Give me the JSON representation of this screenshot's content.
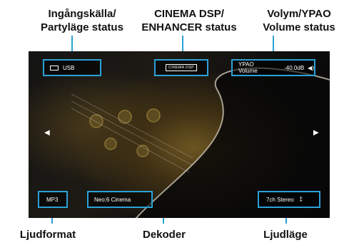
{
  "callouts": {
    "input_source": "Ingångskälla/\nPartyläge status",
    "dsp": "CINEMA DSP/\nENHANCER status",
    "volume": "Volym/YPAO\nVolume status",
    "audio_format": "Ljudformat",
    "decoder": "Dekoder",
    "sound_mode": "Ljudläge"
  },
  "osd": {
    "input_label": "USB",
    "dsp_logo_text": "CINEMA DSP",
    "ypao_label": "YPAO Volume",
    "volume_value": "-40.0dB",
    "format_label": "MP3",
    "decoder_label": "Neo:6 Cinema",
    "sound_mode_label": "7ch Stereo"
  },
  "colors": {
    "highlight": "#2aa2d8",
    "screen_bg": "#0a0a0a"
  }
}
